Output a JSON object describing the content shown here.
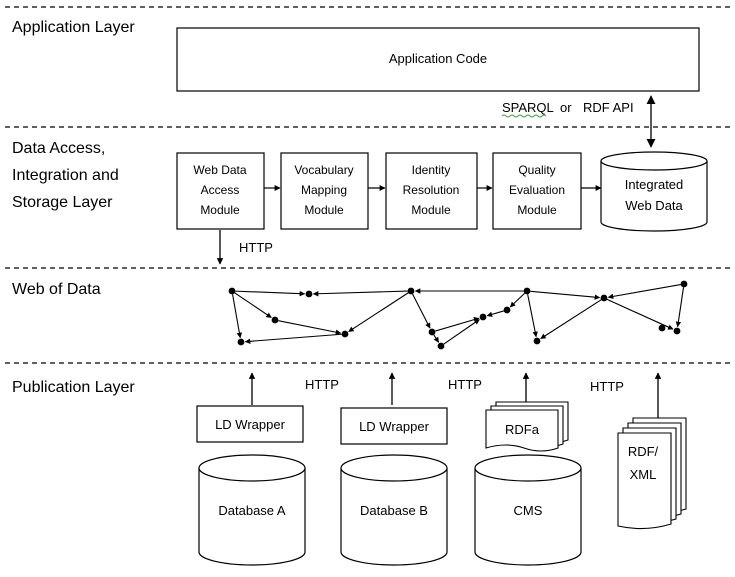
{
  "layers": {
    "application": "Application Layer",
    "data_access": [
      "Data Access,",
      "Integration and",
      "Storage Layer"
    ],
    "web_of_data": "Web of Data",
    "publication": "Publication Layer"
  },
  "application_code": "Application Code",
  "sparql_label": {
    "sparql": "SPARQL",
    "or": "or",
    "rdf_api": "RDF API"
  },
  "modules": [
    [
      "Web Data",
      "Access",
      "Module"
    ],
    [
      "Vocabulary",
      "Mapping",
      "Module"
    ],
    [
      "Identity",
      "Resolution",
      "Module"
    ],
    [
      "Quality",
      "Evaluation",
      "Module"
    ]
  ],
  "integrated": [
    "Integrated",
    "Web Data"
  ],
  "http": "HTTP",
  "wrappers": [
    "LD Wrapper",
    "LD Wrapper"
  ],
  "rdfa": "RDFa",
  "rdf_xml": [
    "RDF/",
    "XML"
  ],
  "databases": [
    "Database A",
    "Database B",
    "CMS"
  ]
}
